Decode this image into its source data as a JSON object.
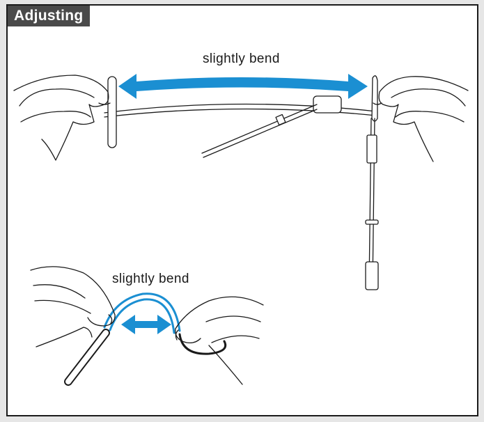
{
  "section": {
    "title": "Adjusting"
  },
  "illustrations": {
    "top": {
      "label": "slightly bend"
    },
    "bottom": {
      "label": "slightly bend"
    }
  },
  "colors": {
    "arrow": "#1b8fd2",
    "line": "#1a1a1a",
    "frame": "#1a1a1a",
    "title_bg": "#4a4a4a"
  }
}
